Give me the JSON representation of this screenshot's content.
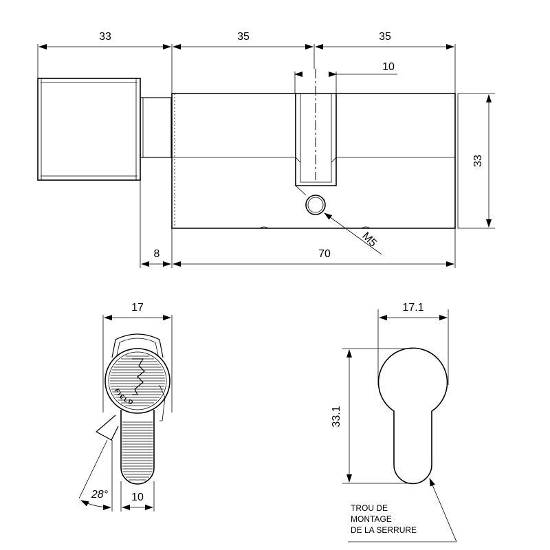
{
  "dimensions": {
    "knob_length": "33",
    "cylinder_left_length": "35",
    "cylinder_right_length": "35",
    "cam_width": "10",
    "cylinder_height": "33",
    "knob_gap": "8",
    "cylinder_body_length": "70",
    "screw_thread": "M5",
    "thumbturn_width": "17",
    "thumbturn_angle": "28°",
    "thumbturn_grip_width": "10",
    "profile_width": "17.1",
    "profile_height": "33.1"
  },
  "notes": {
    "mounting_hole_line1": "TROU DE",
    "mounting_hole_line2": "MONTAGE",
    "mounting_hole_line3": "DE LA SERRURE"
  },
  "logo": {
    "brand_text": "FIELD"
  }
}
